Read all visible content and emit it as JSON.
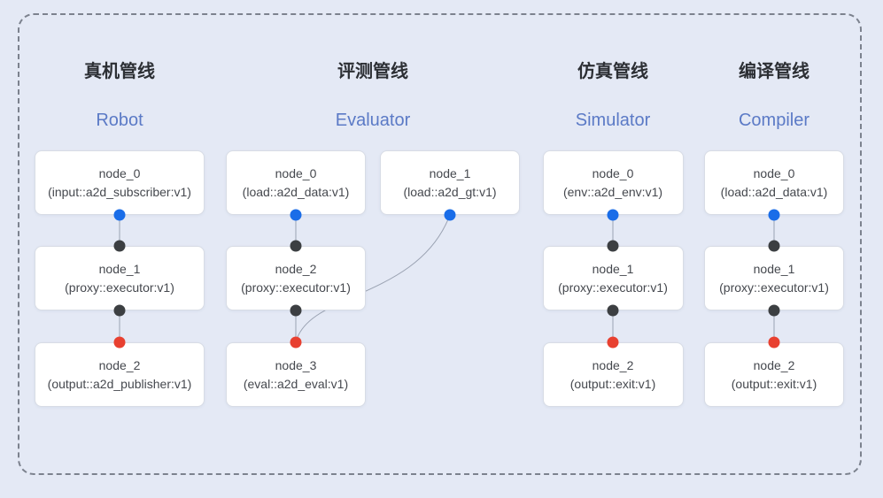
{
  "colors": {
    "background": "#e4e9f5",
    "dash_border": "#7c828e",
    "box_bg": "#ffffff",
    "box_border": "#d8dce5",
    "title_zh": "#2c2f34",
    "title_en": "#5b7ac6",
    "node_text": "#45484e",
    "edge": "#9aa2b2",
    "dot_blue": "#1a6de8",
    "dot_black": "#3c3f42",
    "dot_red": "#e84030"
  },
  "pipelines": [
    {
      "id": "robot",
      "title_zh": "真机管线",
      "title_en": "Robot",
      "columns": [
        "robot"
      ]
    },
    {
      "id": "evaluator",
      "title_zh": "评测管线",
      "title_en": "Evaluator",
      "columns": [
        "eval_a",
        "eval_b"
      ]
    },
    {
      "id": "simulator",
      "title_zh": "仿真管线",
      "title_en": "Simulator",
      "columns": [
        "sim"
      ]
    },
    {
      "id": "compiler",
      "title_zh": "编译管线",
      "title_en": "Compiler",
      "columns": [
        "comp"
      ]
    }
  ],
  "nodes": [
    {
      "id": "robot_n0",
      "column": "robot",
      "row": 0,
      "name": "node_0",
      "type": "(input::a2d_subscriber:v1)",
      "bottom_dot": "blue"
    },
    {
      "id": "robot_n1",
      "column": "robot",
      "row": 1,
      "name": "node_1",
      "type": "(proxy::executor:v1)",
      "top_dot": "black",
      "bottom_dot": "black"
    },
    {
      "id": "robot_n2",
      "column": "robot",
      "row": 2,
      "name": "node_2",
      "type": "(output::a2d_publisher:v1)",
      "top_dot": "red"
    },
    {
      "id": "eval_n0",
      "column": "eval_a",
      "row": 0,
      "name": "node_0",
      "type": "(load::a2d_data:v1)",
      "bottom_dot": "blue"
    },
    {
      "id": "eval_n1",
      "column": "eval_b",
      "row": 0,
      "name": "node_1",
      "type": "(load::a2d_gt:v1)",
      "bottom_dot": "blue"
    },
    {
      "id": "eval_n2",
      "column": "eval_a",
      "row": 1,
      "name": "node_2",
      "type": "(proxy::executor:v1)",
      "top_dot": "black",
      "bottom_dot": "black"
    },
    {
      "id": "eval_n3",
      "column": "eval_a",
      "row": 2,
      "name": "node_3",
      "type": "(eval::a2d_eval:v1)",
      "top_dot": "red"
    },
    {
      "id": "sim_n0",
      "column": "sim",
      "row": 0,
      "name": "node_0",
      "type": "(env::a2d_env:v1)",
      "bottom_dot": "blue"
    },
    {
      "id": "sim_n1",
      "column": "sim",
      "row": 1,
      "name": "node_1",
      "type": "(proxy::executor:v1)",
      "top_dot": "black",
      "bottom_dot": "black"
    },
    {
      "id": "sim_n2",
      "column": "sim",
      "row": 2,
      "name": "node_2",
      "type": "(output::exit:v1)",
      "top_dot": "red"
    },
    {
      "id": "comp_n0",
      "column": "comp",
      "row": 0,
      "name": "node_0",
      "type": "(load::a2d_data:v1)",
      "bottom_dot": "blue"
    },
    {
      "id": "comp_n1",
      "column": "comp",
      "row": 1,
      "name": "node_1",
      "type": "(proxy::executor:v1)",
      "top_dot": "black",
      "bottom_dot": "black"
    },
    {
      "id": "comp_n2",
      "column": "comp",
      "row": 2,
      "name": "node_2",
      "type": "(output::exit:v1)",
      "top_dot": "red"
    }
  ],
  "edges": [
    {
      "from": "robot_n0",
      "to": "robot_n1",
      "kind": "straight"
    },
    {
      "from": "robot_n1",
      "to": "robot_n2",
      "kind": "straight"
    },
    {
      "from": "eval_n0",
      "to": "eval_n2",
      "kind": "straight"
    },
    {
      "from": "eval_n2",
      "to": "eval_n3",
      "kind": "straight"
    },
    {
      "from": "eval_n1",
      "to": "eval_n3",
      "kind": "curve"
    },
    {
      "from": "sim_n0",
      "to": "sim_n1",
      "kind": "straight"
    },
    {
      "from": "sim_n1",
      "to": "sim_n2",
      "kind": "straight"
    },
    {
      "from": "comp_n0",
      "to": "comp_n1",
      "kind": "straight"
    },
    {
      "from": "comp_n1",
      "to": "comp_n2",
      "kind": "straight"
    }
  ]
}
